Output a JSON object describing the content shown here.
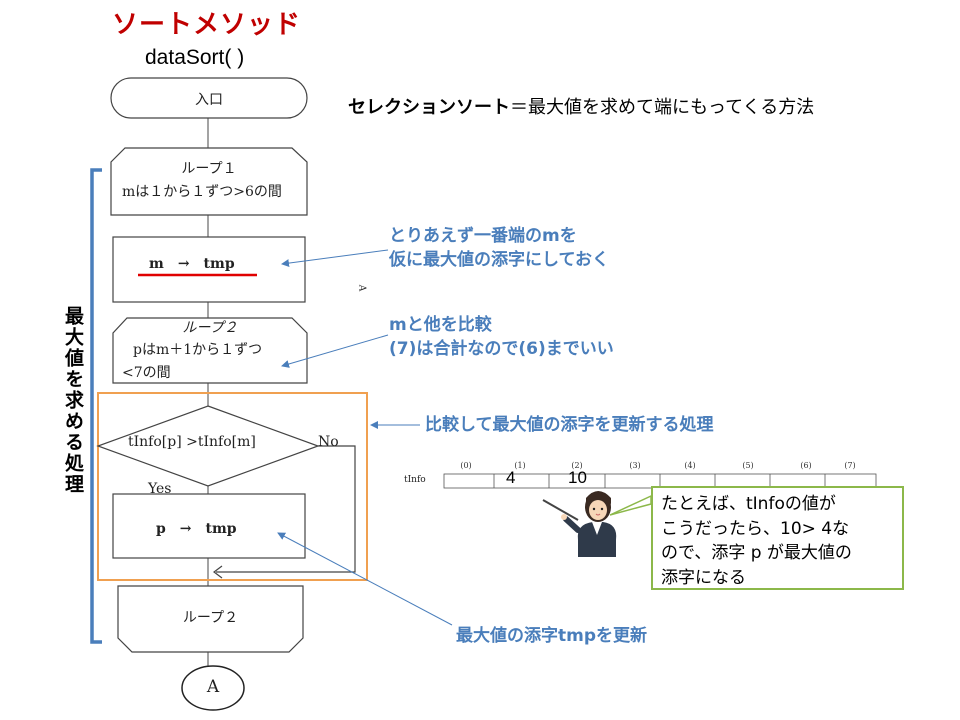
{
  "title": "ソートメソッド",
  "method_name": "dataSort( )",
  "definition": {
    "term": "セレクションソート",
    "rest": "＝最大値を求めて端にもってくる方法"
  },
  "flowchart": {
    "entry": "入口",
    "loop1": {
      "line1": "ループ１",
      "line2": "mは１から１ずつ>6の間"
    },
    "assign1": "m　→　tmp",
    "loop2": {
      "line1": "ループ２",
      "line2": "pはm＋1から１ずつ",
      "line3": "<7の間"
    },
    "condition": "tInfo[p] >tInfo[m]",
    "yes_label": "Yes",
    "no_label": "No",
    "assign2": "p　→　tmp",
    "loop2_end": "ループ２",
    "connector": "A",
    "stray_mark": "A"
  },
  "bracket_label": "最大値を求める処理",
  "notes": {
    "note1": {
      "line1": "とりあえず一番端のmを",
      "line2": "仮に最大値の添字にしておく"
    },
    "note2": {
      "line1": "mと他を比較",
      "line2": "(7)は合計なので(6)までいい"
    },
    "note3": "比較して最大値の添字を更新する処理",
    "note4": "最大値の添字tmpを更新"
  },
  "array": {
    "name": "tInfo",
    "indices": [
      "(0)",
      "(1)",
      "(2)",
      "(3)",
      "(4)",
      "(5)",
      "(6)",
      "(7)"
    ],
    "values": [
      "",
      "4",
      "10",
      "",
      "",
      "",
      "",
      ""
    ]
  },
  "callout": {
    "line1": "たとえば、tInfoの値が",
    "line2": "こうだったら、10> 4な",
    "line3": "ので、添字 p が最大値の",
    "line4": "添字になる"
  },
  "colors": {
    "title": "#c00000",
    "note_text": "#4a7ebb",
    "bracket": "#4a7ebb",
    "highlight_box": "#f0a050",
    "callout_border": "#8cb84a",
    "underline": "#e00000"
  },
  "icons": {
    "presenter": "presenter-woman-icon"
  }
}
